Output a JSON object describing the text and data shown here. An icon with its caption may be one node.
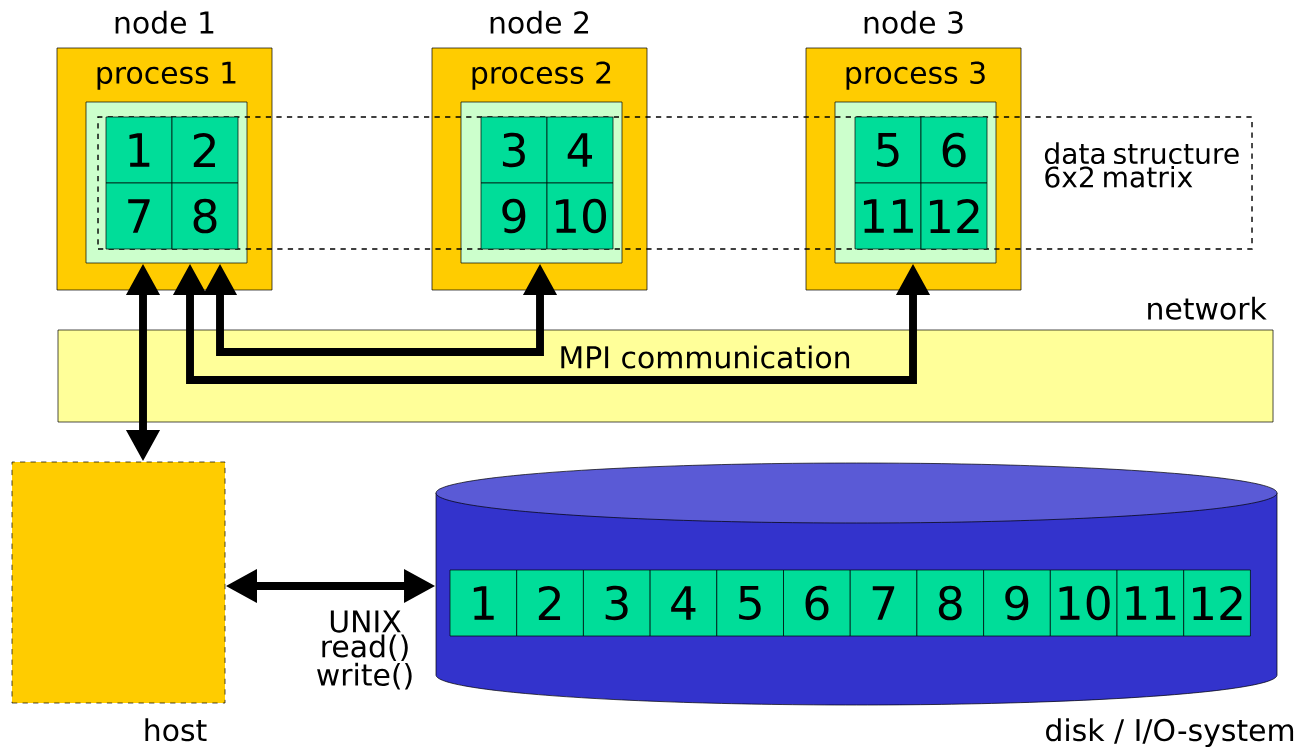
{
  "diagram": {
    "nodes": [
      {
        "text": [
          "node 1"
        ]
      },
      {
        "text": [
          "process 1"
        ],
        "in": 0
      },
      {
        "text": [
          "1"
        ]
      },
      {
        "text": [
          "2"
        ]
      },
      {
        "text": [
          "7"
        ]
      },
      {
        "text": [
          "8"
        ]
      },
      {
        "text": [
          "node 2"
        ]
      },
      {
        "text": [
          "process 2"
        ],
        "in": 6
      },
      {
        "text": [
          "3"
        ],
        "in": 7
      },
      {
        "text": [
          "4"
        ],
        "in": 7
      },
      {
        "text": [
          "9"
        ],
        "in": 7
      },
      {
        "text": [
          "10"
        ],
        "in": 7
      },
      {
        "text": [
          "node 3"
        ]
      },
      {
        "text": [
          "process 3"
        ],
        "in": 12
      },
      {
        "text": [
          "5"
        ],
        "in": 13
      },
      {
        "text": [
          "6"
        ],
        "in": 13
      },
      {
        "text": [
          "11"
        ],
        "in": 13
      },
      {
        "text": [
          "12"
        ],
        "in": 13
      },
      {
        "text": [
          "data structure 6x2 matrix"
        ]
      },
      {
        "text": [
          "host"
        ]
      },
      {
        "text": [
          "disk / I/O-system"
        ]
      },
      {
        "text": [
          "1"
        ],
        "in": 20
      },
      {
        "text": [
          "2"
        ],
        "in": 20
      },
      {
        "text": [
          "3"
        ],
        "in": 20
      },
      {
        "text": [
          "4"
        ],
        "in": 20
      },
      {
        "text": [
          "5"
        ],
        "in": 20
      },
      {
        "text": [
          "6"
        ],
        "in": 20
      },
      {
        "text": [
          "7"
        ],
        "in": 20
      },
      {
        "text": [
          "8"
        ],
        "in": 20
      },
      {
        "text": [
          "9"
        ],
        "in": 20
      },
      {
        "text": [
          "10"
        ],
        "in": 20
      },
      {
        "text": [
          "11"
        ],
        "in": 20
      },
      {
        "text": [
          "12"
        ],
        "in": 20
      }
    ],
    "edges": [
      {
        "from": 19,
        "to": 1,
        "arrow": "both"
      },
      {
        "from": 1,
        "to": 7,
        "arrow": "both"
      },
      {
        "from": 1,
        "to": 13,
        "arrow": "both"
      },
      {
        "from": 19,
        "to": 20,
        "arrow": "both",
        "label": "UNIX read() write()"
      }
    ],
    "labels": [
      "network",
      "MPI communication"
    ]
  }
}
